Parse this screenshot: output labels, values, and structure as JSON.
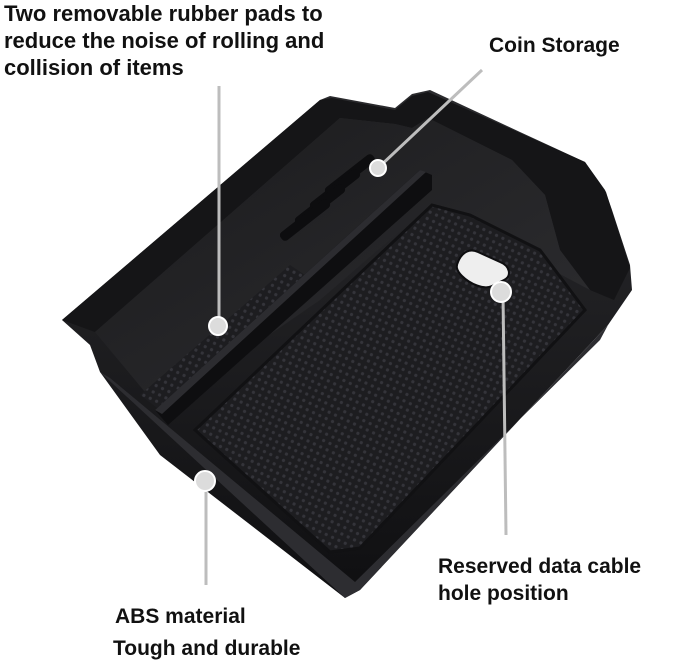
{
  "callouts": {
    "rubber_pads": {
      "line1": "Two removable rubber pads to",
      "line2": "reduce the noise of rolling and",
      "line3": "collision of items"
    },
    "coin_storage": "Coin Storage",
    "data_cable": {
      "line1": "Reserved data cable",
      "line2": "hole position"
    },
    "abs_material": "ABS material",
    "tough_durable": "Tough and durable"
  },
  "colors": {
    "tray_body": "#1a1a1c",
    "tray_inner": "#2a2a2d",
    "pad_texture": "#232326",
    "callout_marker": "#dcdcdc",
    "text": "#111111"
  }
}
